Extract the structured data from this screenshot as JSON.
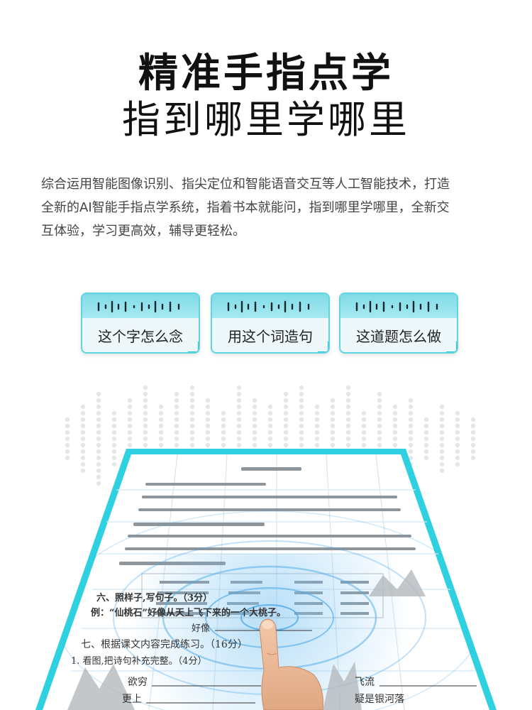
{
  "hero": {
    "title_bold": "精准手指点学",
    "title_light": "指到哪里学哪里"
  },
  "description": {
    "lines": [
      "综合运用智能图像识别、指尖定位和智能语音交互等人工智能技术，打造",
      "全新的AI智能手指点学系统，指着书本就能问，指到哪里学哪里，全新交",
      "互体验，学习更高效，辅导更轻松。"
    ]
  },
  "voice_cards": [
    {
      "label": "这个字怎么念"
    },
    {
      "label": "用这个词造句"
    },
    {
      "label": "这道题怎么做"
    }
  ],
  "worksheet": {
    "section_6_heading": "六、照样子,写句子。（3分）",
    "example_sentence": "例：“仙桃石”好像从天上飞下来的一个大桃子。",
    "blank_prefix": "好像",
    "section_7_heading": "七、根据课文内容完成练习。（16分）",
    "item_1": "1. 看图,把诗句补充完整。（4分）",
    "poem_line_1_left": "欲穷",
    "poem_line_1_right": "飞流",
    "poem_line_2_left": "更上",
    "poem_line_2_right": "疑是银河落"
  },
  "colors": {
    "accent": "#2bc6da",
    "accent_light": "#a7e9f1",
    "card_bg": "#eef7f9",
    "ripple": "#4aa9e8"
  },
  "icons": [
    "voice-wave-icon",
    "finger-pointer-icon"
  ]
}
